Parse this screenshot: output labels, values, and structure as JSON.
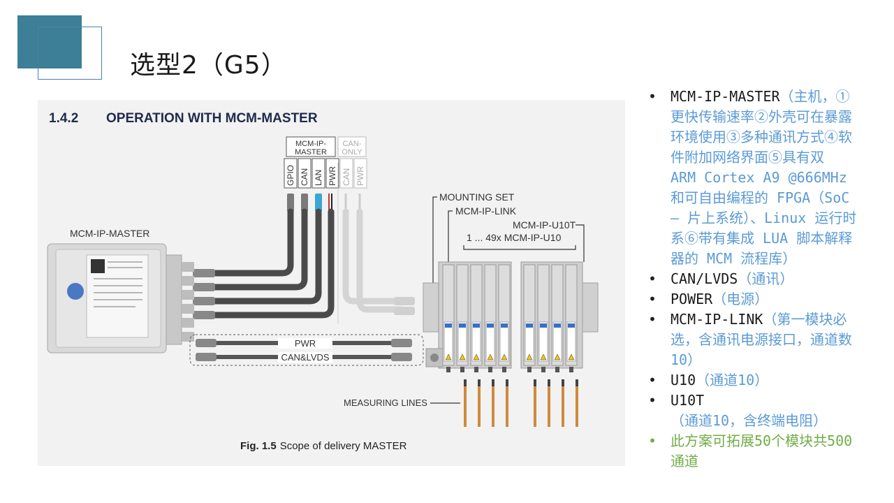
{
  "slide": {
    "title": "选型2（G5）"
  },
  "figure": {
    "section_number": "1.4.2",
    "section_title": "OPERATION WITH MCM-MASTER",
    "mcm_ip_master_group": "MCM-IP-\nMASTER",
    "can_only_group": "CAN-\nONLY",
    "connectors": [
      "GPIO",
      "CAN",
      "LAN",
      "PWR",
      "CAN",
      "PWR"
    ],
    "device_label": "MCM-IP-MASTER",
    "mounting_set": "MOUNTING SET",
    "link_label": "MCM-IP-LINK",
    "u10t_label": "MCM-IP-U10T",
    "u10_label": "1 ... 49x MCM-IP-U10",
    "pwr_cable": "PWR",
    "canlvds_cable": "CAN&LVDS",
    "measuring_lines": "MEASURING LINES",
    "caption_prefix": "Fig. 1.5",
    "caption_text": "Scope of delivery MASTER"
  },
  "bullets": [
    {
      "term": "MCM-IP-MASTER",
      "desc": "（主机，①更快传输速率②外壳可在暴露环境使用③多种通讯方式④软件附加网络界面⑤具有双 ARM Cortex A9 @666MHz和可自由编程的 FPGA（SoC – 片上系统）、Linux 运行时系⑥带有集成 LUA 脚本解释器的 MCM 流程库）"
    },
    {
      "term": "CAN/LVDS",
      "desc": "（通讯）"
    },
    {
      "term": "POWER",
      "desc": "（电源）"
    },
    {
      "term": "MCM-IP-LINK",
      "desc": "（第一模块必选，含通讯电源接口，通道数10）"
    },
    {
      "term": "U10",
      "desc": "（通道10）"
    },
    {
      "term": "U10T",
      "desc": "（通道10，含终端电阻）"
    }
  ],
  "note": "此方案可拓展50个模块共500通道",
  "colors": {
    "accent_fill": "#3d7f96",
    "accent_outline": "#4f7ea8",
    "desc_blue": "#5b9bd5",
    "note_green": "#70ad47"
  }
}
